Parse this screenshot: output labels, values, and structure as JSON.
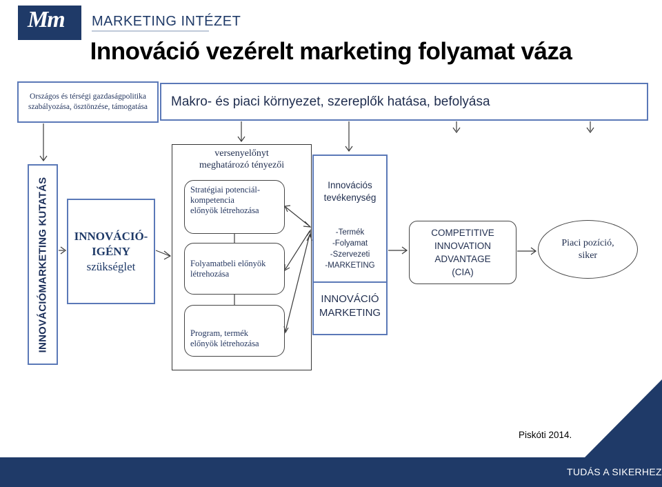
{
  "header": {
    "logo_text": "Mm",
    "brand_name": "MARKETING INTÉZET"
  },
  "title": "Innováció vezérelt marketing folyamat váza",
  "environment": {
    "policy_label_line1": "Országos és térségi gazdaságpolitika",
    "policy_label_line2": "szabályozása, ösztönzése, támogatása",
    "macro_label": "Makro- és piaci környezet, szereplők hatása, befolyása"
  },
  "research_label": "INNOVÁCIÓMARKETING KUTATÁS",
  "need": {
    "line1": "INNOVÁCIÓ-",
    "line2": "IGÉNY",
    "line3": "szükséglet"
  },
  "competitive_factors": {
    "title_line1": "versenyelőnyt",
    "title_line2": "meghatározó tényezői",
    "items": [
      {
        "line1": "Stratégiai potenciál-",
        "line2": "kompetencia",
        "line3": "előnyök létrehozása"
      },
      {
        "line1": "Folyamatbeli előnyök",
        "line2": "létrehozása"
      },
      {
        "line1": "Program, termék",
        "line2": "előnyök létrehozása"
      }
    ]
  },
  "innovation": {
    "title_line1": "Innovációs",
    "title_line2": "tevékenység",
    "list": [
      "-Termék",
      "-Folyamat",
      "-Szervezeti",
      "-MARKETING"
    ],
    "marketing_line1": "INNOVÁCIÓ",
    "marketing_line2": "MARKETING"
  },
  "cia": {
    "line1": "COMPETITIVE",
    "line2": "INNOVATION",
    "line3": "ADVANTAGE",
    "line4": "(CIA)"
  },
  "market": {
    "line1": "Piaci pozíció,",
    "line2": "siker"
  },
  "credit": "Piskóti 2014.",
  "footer": {
    "slogan": "TUDÁS A SIKERHEZ"
  },
  "colors": {
    "brand_navy": "#1f3a68",
    "box_border": "#5a78b7",
    "text_navy": "#1f2d4e"
  }
}
